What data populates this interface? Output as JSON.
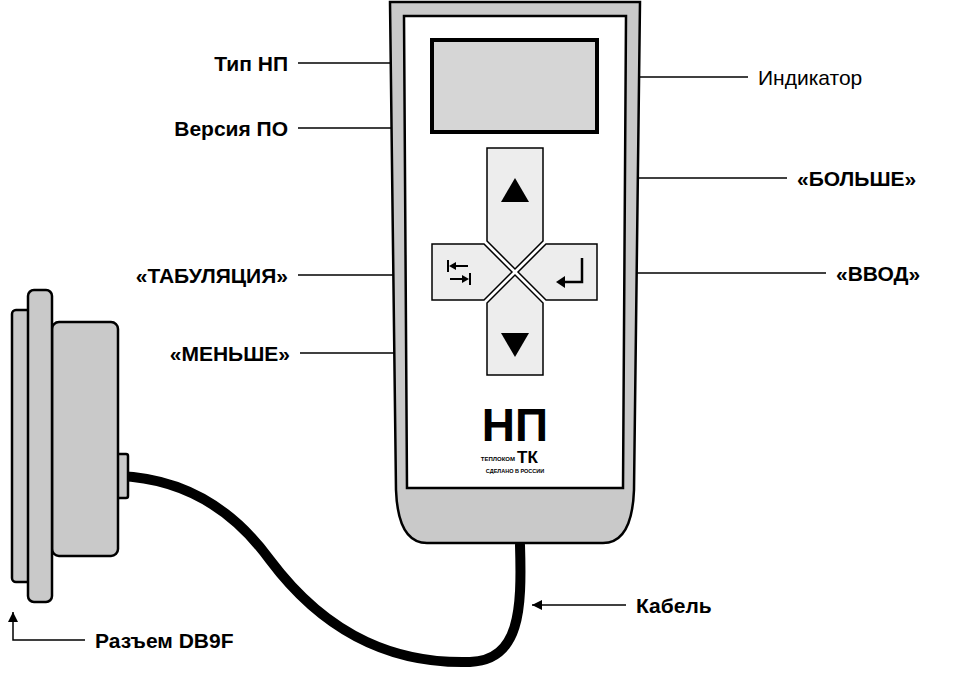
{
  "diagram": {
    "nodes": [
      {
        "text": [
          "НП"
        ]
      }
    ],
    "labels": [
      "Тип НП",
      "Версия ПО",
      "Индикатор",
      "«БОЛЬШЕ»",
      "«ТАБУЛЯЦИЯ»",
      "«ВВОД»",
      "«МЕНЬШЕ»",
      "ТЕПЛОКОМ",
      "ТК",
      "СДЕЛАНО В РОССИИ",
      "Разъем DB9F",
      "Кабель"
    ]
  }
}
